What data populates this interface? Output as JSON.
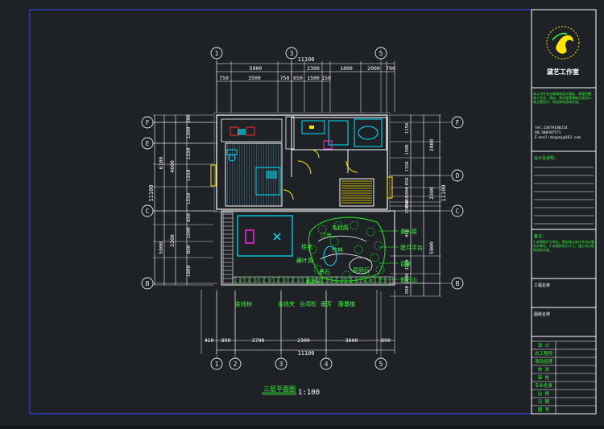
{
  "drawing": {
    "title": "三层平面图",
    "scale": "1:100",
    "colors": {
      "background": "#1e2126",
      "frame": "#3b4cff",
      "dimension": "#ffffff",
      "axis_circle": "#e8e8e8",
      "wall": "#ffffff",
      "furniture": "#00e5ff",
      "door": "#ffe600",
      "garden": "#1fd11f",
      "text_green": "#39ff3a",
      "accent_magenta": "#ff2ad4",
      "accent_red": "#ff2a2a"
    },
    "axes_top": [
      "1",
      "3",
      "5"
    ],
    "axes_bottom": [
      "1",
      "2",
      "3",
      "4",
      "5"
    ],
    "axes_left": [
      "F",
      "E",
      "C",
      "B"
    ],
    "axes_right": [
      "F",
      "D",
      "C",
      "B"
    ],
    "dims_top_total": "11100",
    "dims_top_row1": [
      "5000",
      "2300",
      "1800",
      "2000",
      "790"
    ],
    "dims_top_row2": [
      "750",
      "3500",
      "750",
      "650",
      "1500",
      "150"
    ],
    "dims_bottom_total": "11100",
    "dims_bottom_row": [
      "410",
      "890",
      "3700",
      "2300",
      "3800",
      "890"
    ],
    "dims_left_outer": "11100",
    "dims_left_mid": [
      "6100",
      "5000"
    ],
    "dims_left_mid2": [
      "4600",
      "3200"
    ],
    "dims_left_inner": [
      "500",
      "1500",
      "1550",
      "1550",
      "1550",
      "850",
      "1500",
      "850",
      "1800"
    ],
    "dims_right_outer": "11100",
    "dims_right_mid": [
      "3800",
      "2300",
      "5000"
    ],
    "dims_right_inner": [
      "1150",
      "1500",
      "1150",
      "850",
      "1000",
      "650",
      "450",
      "1300",
      "450",
      "3200",
      "1800",
      "890"
    ],
    "labels_garden": [
      "汀步",
      "毛杜鹃",
      "桂花",
      "藏叶真",
      "景石",
      "竹林",
      "原卵石",
      "鹅卵石"
    ],
    "labels_right": [
      "黄入菜",
      "建月平台",
      "百家",
      "假石山"
    ],
    "labels_bottom": [
      "金钱树",
      "金钱夹",
      "台湾松",
      "垂芳",
      "藤蔓植"
    ]
  },
  "titleblock": {
    "studio_name": "黛艺工作室",
    "notes": "本公司专业从事建筑设计服务，承接别墅、私人住宅、酒店、商业楼等建筑方案设计、施工图设计，欢迎来电咨询洽谈。",
    "phone1": "Tel:13679186214",
    "phone2": "QQ:308397571",
    "email": "E-mail:dsgymj@163.com",
    "section_design": "设计及说明:",
    "section_notes": "备注:",
    "notes2": "1.本图纸尺寸单位，除标高以米计外均以毫米为单位。2.本图纸所示尺寸，施工时以现场实际为准。",
    "project_label": "工程名称",
    "drawing_label": "图纸名称",
    "rows": [
      "设 计",
      "总工程师",
      "项目经理",
      "校 对",
      "审 核",
      "专业负责",
      "比 例",
      "日 期",
      "图 号"
    ]
  }
}
